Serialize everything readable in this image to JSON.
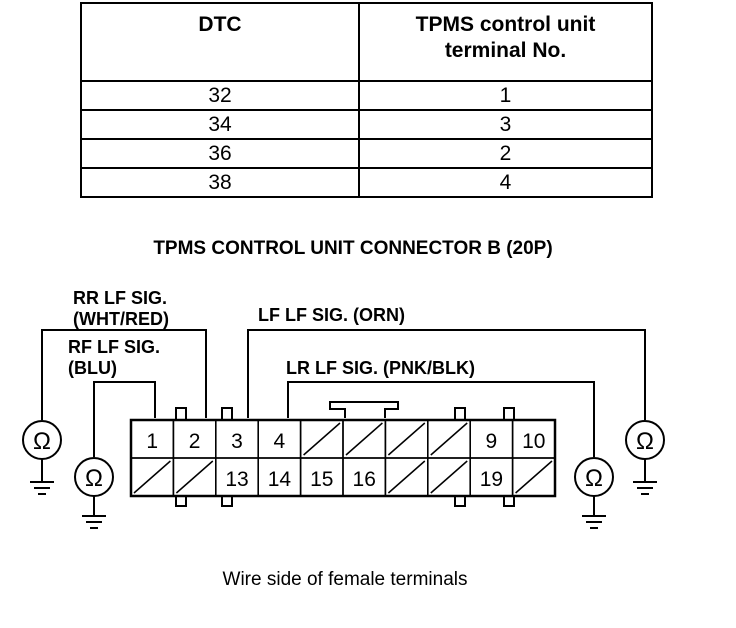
{
  "table": {
    "headers": [
      "DTC",
      "TPMS control unit terminal No."
    ],
    "rows": [
      [
        "32",
        "1"
      ],
      [
        "34",
        "3"
      ],
      [
        "36",
        "2"
      ],
      [
        "38",
        "4"
      ]
    ]
  },
  "connector": {
    "title": "TPMS CONTROL UNIT CONNECTOR B (20P)",
    "top_row": [
      "1",
      "2",
      "3",
      "4",
      "",
      "",
      "",
      "",
      "9",
      "10"
    ],
    "bottom_row": [
      "",
      "",
      "13",
      "14",
      "15",
      "16",
      "",
      "",
      "19",
      ""
    ],
    "caption": "Wire side of female terminals"
  },
  "wires": {
    "rr_line1": "RR LF SIG.",
    "rr_line2": "(WHT/RED)",
    "rf_line1": "RF LF SIG.",
    "rf_line2": "(BLU)",
    "lf": "LF LF SIG. (ORN)",
    "lr": "LR LF SIG. (PNK/BLK)"
  },
  "meter_symbol": "Ω"
}
